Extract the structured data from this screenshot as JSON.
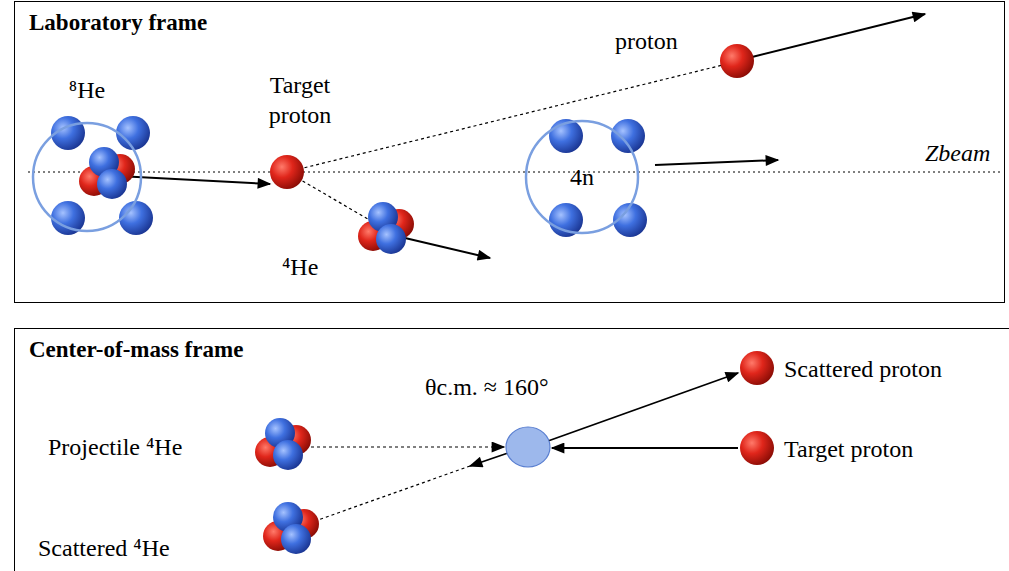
{
  "diagram": {
    "nodes": [
      {
        "text": [
          "Laboratory frame"
        ]
      },
      {
        "text": [
          "⁸He"
        ],
        "in": 0
      },
      {
        "text": [
          "4n"
        ],
        "in": 0
      },
      {
        "text": [
          "Center-of-mass frame"
        ]
      }
    ],
    "labels": [
      "proton",
      "Target proton",
      "⁴He",
      "Zbeam",
      "θc.m. ≈ 160°",
      "Scattered proton",
      "Projectile ⁴He",
      "Target proton",
      "Scattered ⁴He"
    ]
  }
}
